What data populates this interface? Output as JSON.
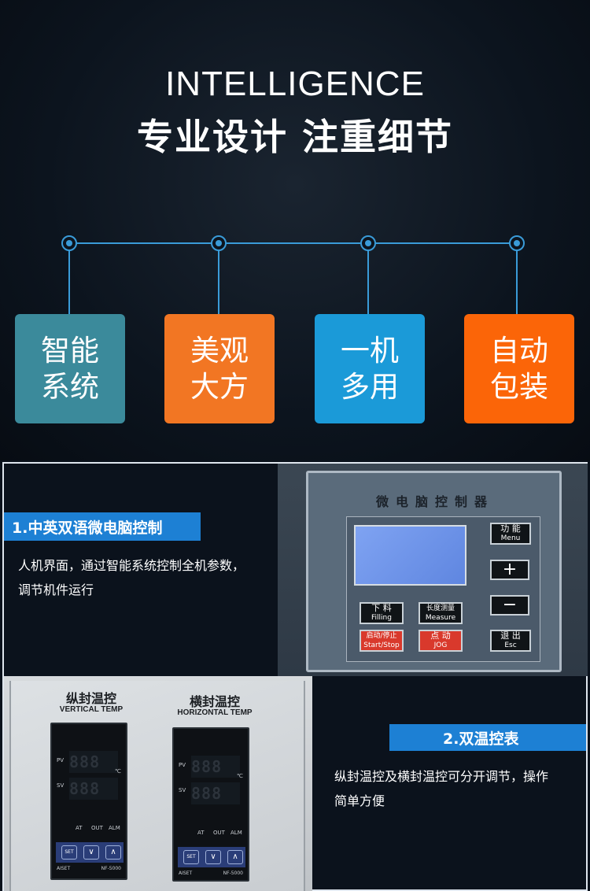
{
  "header": {
    "title_en": "INTELLIGENCE",
    "title_cn": "专业设计 注重细节"
  },
  "features": [
    {
      "line1": "智能",
      "line2": "系统",
      "color": "#3b8a9b"
    },
    {
      "line1": "美观",
      "line2": "大方",
      "color": "#f27623"
    },
    {
      "line1": "一机",
      "line2": "多用",
      "color": "#1b9ad8"
    },
    {
      "line1": "自动",
      "line2": "包装",
      "color": "#fb6508"
    }
  ],
  "section1": {
    "tag": "1.中英双语微电脑控制",
    "desc_line1": "人机界面，通过智能系统控制全机参数，",
    "desc_line2": "调节机件运行",
    "panel": {
      "title": "微电脑控制器",
      "buttons": {
        "menu_cn": "功 能",
        "menu_en": "Menu",
        "plus": "+",
        "minus": "−",
        "filling_cn": "下 料",
        "filling_en": "Filling",
        "measure_cn": "长度测量",
        "measure_en": "Measure",
        "start_cn": "启动/停止",
        "start_en": "Start/Stop",
        "jog_cn": "点 动",
        "jog_en": "JOG",
        "esc_cn": "退 出",
        "esc_en": "Esc"
      }
    }
  },
  "section2": {
    "tag": "2.双温控表",
    "desc_line1": "纵封温控及横封温控可分开调节，操作",
    "desc_line2": "简单方便",
    "controllers": [
      {
        "label_cn": "纵封温控",
        "label_en": "VERTICAL TEMP",
        "brand": "AISET",
        "model": "NF-5000",
        "unit": "℃"
      },
      {
        "label_cn": "横封温控",
        "label_en": "HORIZONTAL TEMP",
        "brand": "AISET",
        "model": "NF-5000",
        "unit": "℃"
      }
    ],
    "meter_labels": {
      "pv": "PV",
      "sv": "SV",
      "at": "AT",
      "out": "OUT",
      "alm": "ALM",
      "set": "SET"
    }
  },
  "colors": {
    "accent_blue": "#1d80d4",
    "connector": "#3a9bd8",
    "background": "#0b121c"
  }
}
